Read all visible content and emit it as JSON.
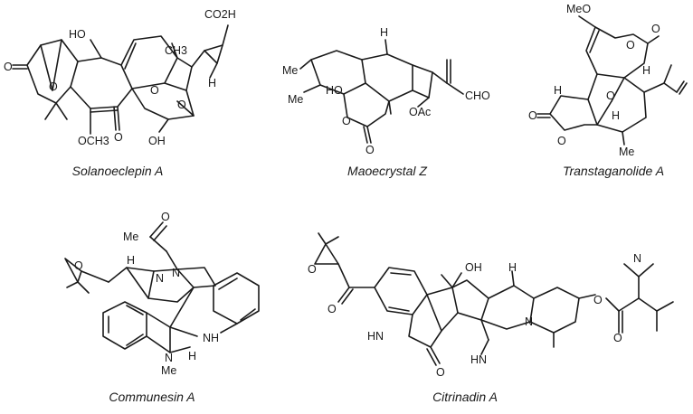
{
  "compounds": [
    {
      "name": "Solanoeclepin A",
      "labels": [
        "CO2H",
        "HO",
        "CH3",
        "O",
        "O",
        "H",
        "O",
        "OCH3",
        "O",
        "OH",
        "O"
      ]
    },
    {
      "name": "Maoecrystal Z",
      "labels": [
        "H",
        "Me",
        "Me",
        "HO",
        "OAc",
        "CHO",
        "O",
        "O"
      ]
    },
    {
      "name": "Transtaganolide A",
      "labels": [
        "MeO",
        "O",
        "O",
        "H",
        "H",
        "O",
        "O",
        "H",
        "O",
        "Me"
      ]
    },
    {
      "name": "Communesin A",
      "labels": [
        "O",
        "Me",
        "N",
        "H",
        "N",
        "NH",
        "N",
        "Me",
        "H",
        "O"
      ]
    },
    {
      "name": "Citrinadin A",
      "labels": [
        "O",
        "OH",
        "H",
        "N",
        "O",
        "O",
        "HN",
        "O",
        "HN",
        "N",
        "O"
      ]
    }
  ]
}
